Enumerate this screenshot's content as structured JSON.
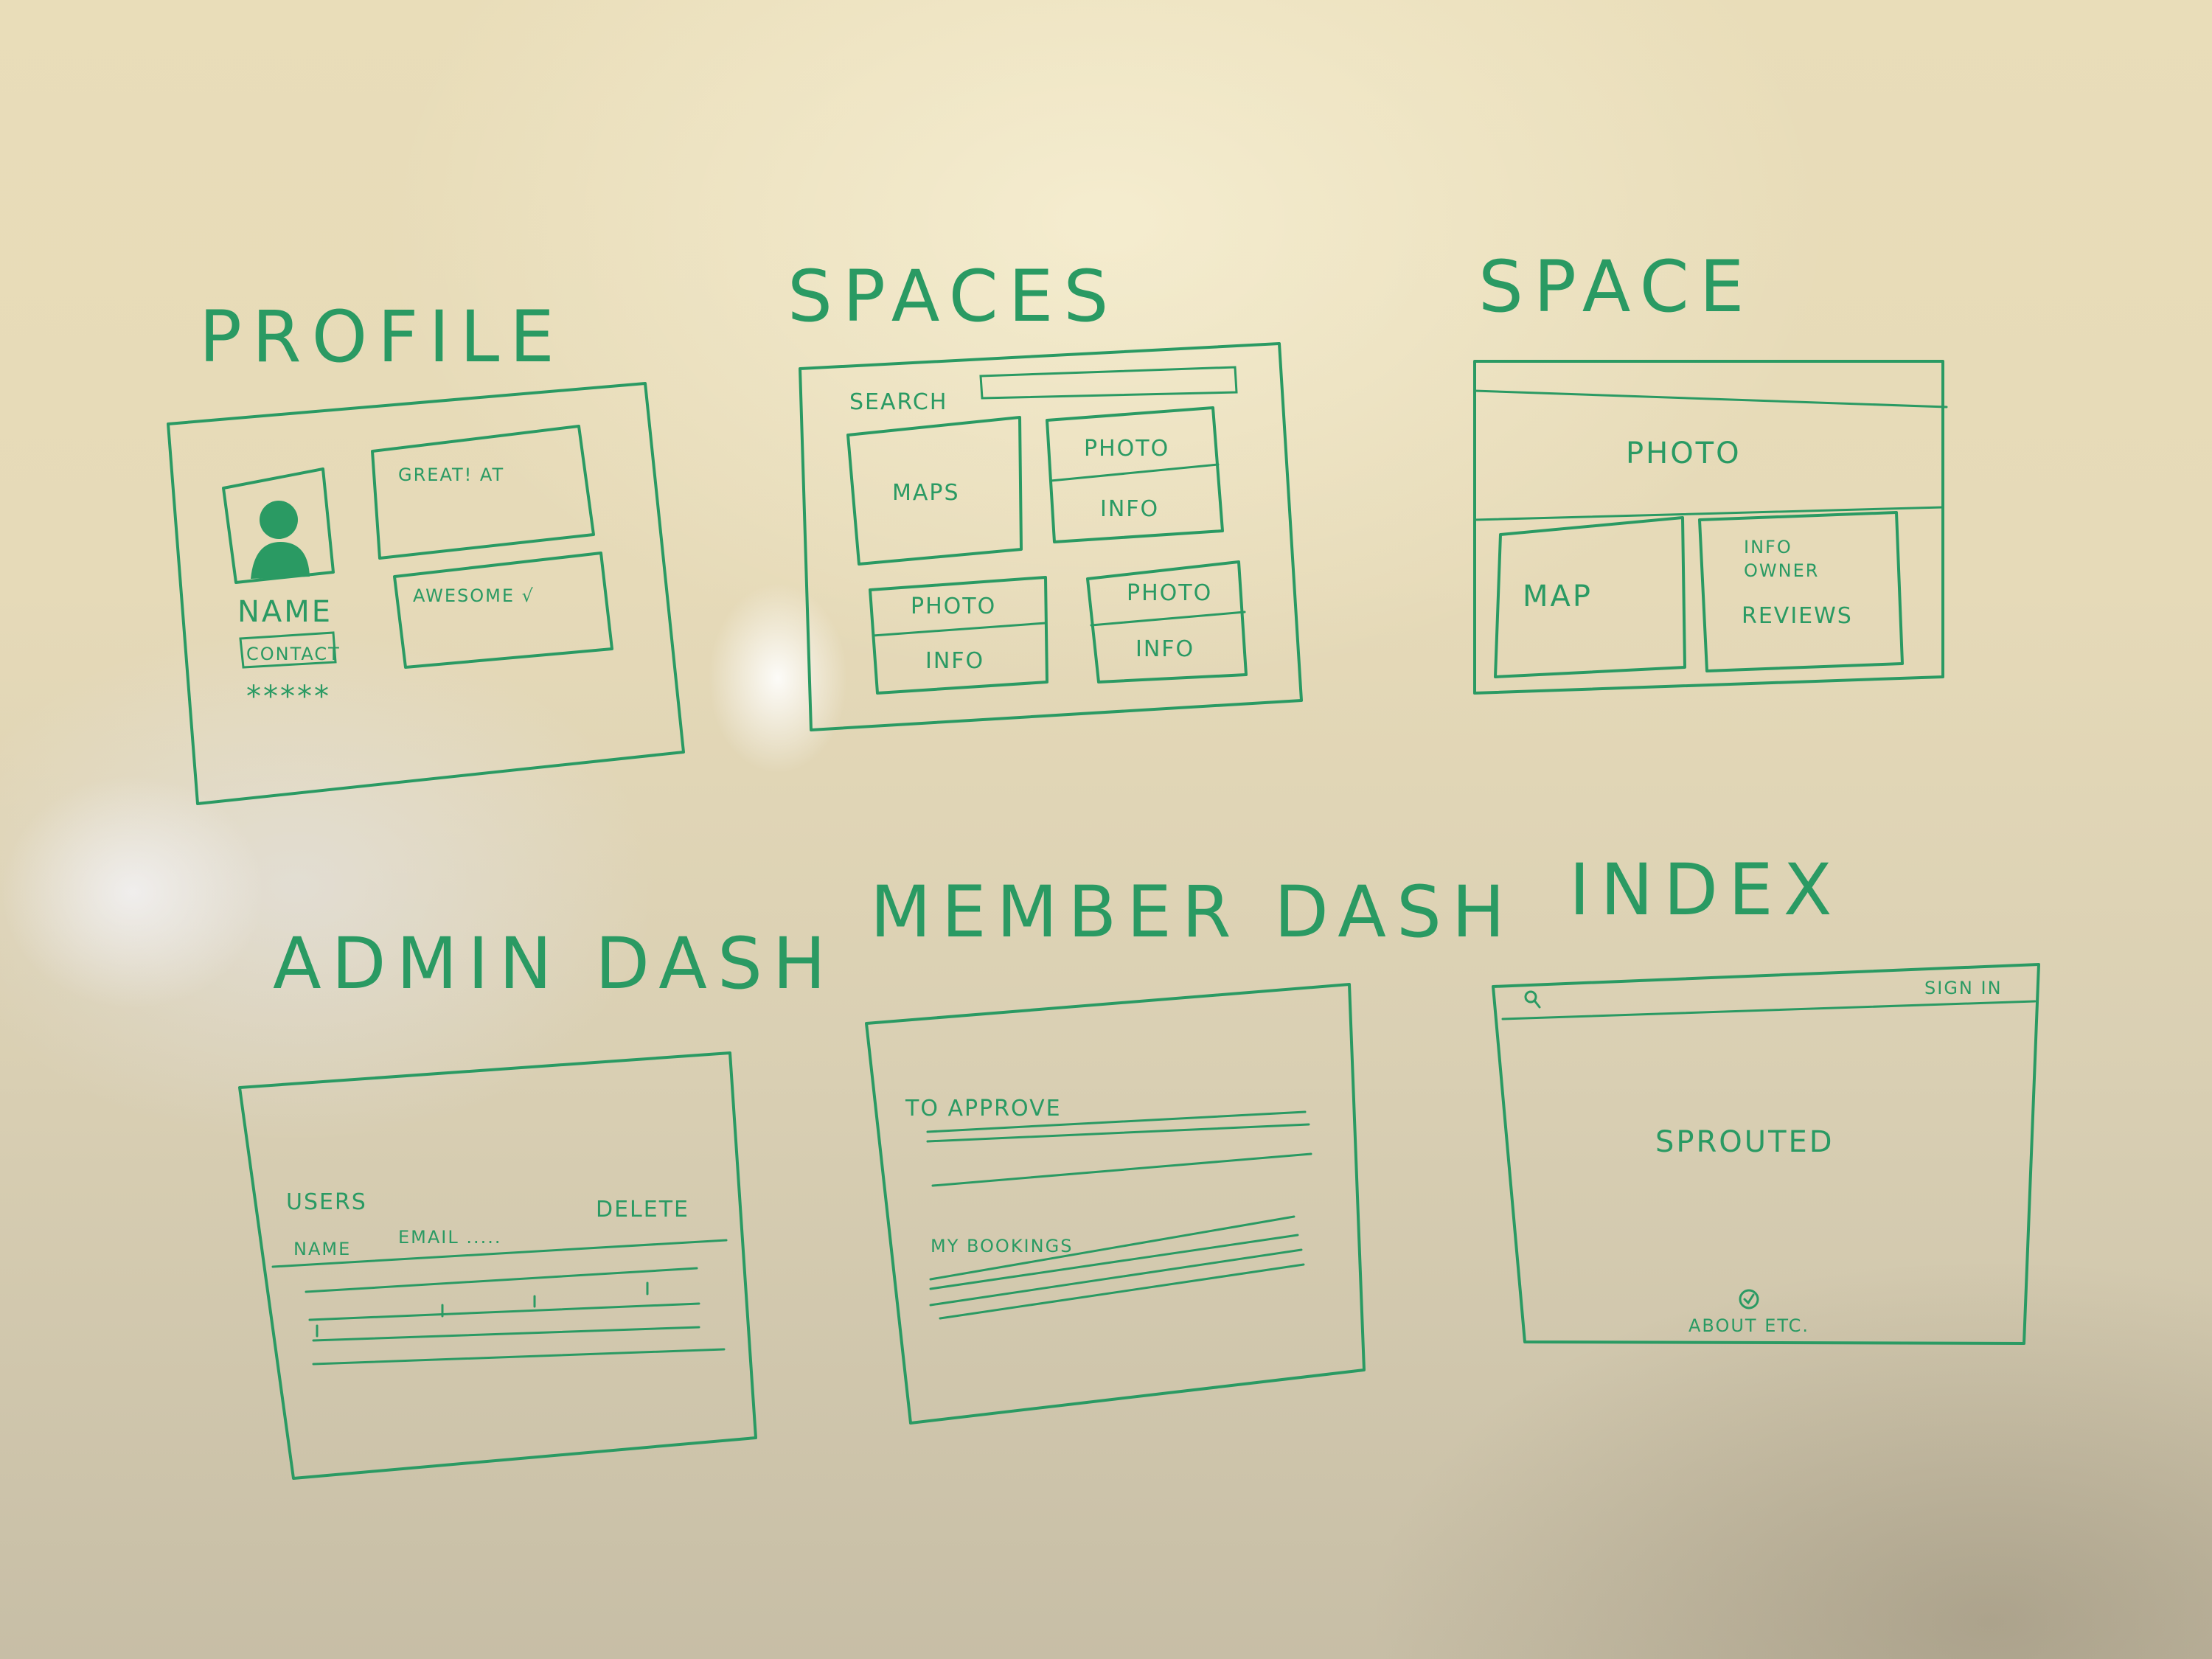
{
  "colors": {
    "marker": "#2a9a63"
  },
  "sketches": {
    "profile": {
      "title": "PROFILE",
      "name": "NAME",
      "contact": "CONTACT",
      "rating": "*****",
      "box1": "GREAT! AT",
      "box2": "AWESOME √",
      "avatar_icon": "person-icon"
    },
    "spaces": {
      "title": "SPACES",
      "search": "SEARCH",
      "maps": "MAPS",
      "photo": "PHOTO",
      "info": "INFO"
    },
    "space": {
      "title": "SPACE",
      "photo": "PHOTO",
      "map": "MAP",
      "info": "INFO",
      "owner": "OWNER",
      "reviews": "REVIEWS"
    },
    "admin_dash": {
      "title": "ADMIN DASH",
      "users": "USERS",
      "name": "NAME",
      "email": "EMAIL .....",
      "delete": "DELETE"
    },
    "member_dash": {
      "title": "MEMBER DASH",
      "to_approve": "TO APPROVE",
      "my_bookings": "MY BOOKINGS"
    },
    "index": {
      "title": "INDEX",
      "sign_in": "SIGN IN",
      "brand": "SPROUTED",
      "footer": "ABOUT ETC.",
      "search_icon": "search-icon",
      "footer_icon": "circle-icon"
    }
  }
}
